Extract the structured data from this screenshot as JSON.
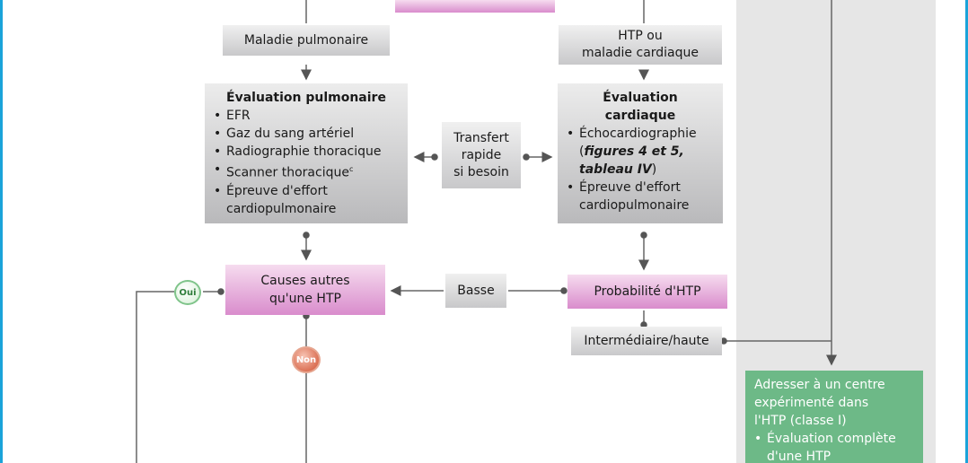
{
  "nodes": {
    "maladie_pulmonaire": "Maladie pulmonaire",
    "htp_ou_line1": "HTP ou",
    "htp_ou_line2": "maladie cardiaque",
    "eval_pulm": {
      "title": "Évaluation pulmonaire",
      "items": [
        "EFR",
        "Gaz du sang artériel",
        "Radiographie thoracique",
        "Scanner thoracique",
        "Épreuve d'effort"
      ],
      "superscript": "c",
      "continuation": "cardiopulmonaire"
    },
    "transfert": [
      "Transfert",
      "rapide",
      "si besoin"
    ],
    "eval_card": {
      "title": "Évaluation cardiaque",
      "item1": "Échocardiographie",
      "ref_open": "(",
      "ref_bold": "figures 4 et 5,",
      "ref_bold2": "tableau IV",
      "ref_close": ")",
      "item2": "Épreuve d'effort",
      "item2_cont": "cardiopulmonaire"
    },
    "causes_line1": "Causes autres",
    "causes_line2": "qu'une HTP",
    "basse": "Basse",
    "probabilite": "Probabilité d'HTP",
    "intermediaire": "Intermédiaire/haute",
    "adresser": {
      "lines": [
        "Adresser à un centre",
        "expérimenté dans",
        "l'HTP (classe I)"
      ],
      "item": "Évaluation complète",
      "item_cont": "d'une HTP"
    }
  },
  "decisions": {
    "oui": "Oui",
    "non": "Non"
  },
  "colors": {
    "frame": "#1aa3d9",
    "pink": "#d98ccc",
    "green": "#6db987",
    "panel": "#e6e6e6"
  }
}
